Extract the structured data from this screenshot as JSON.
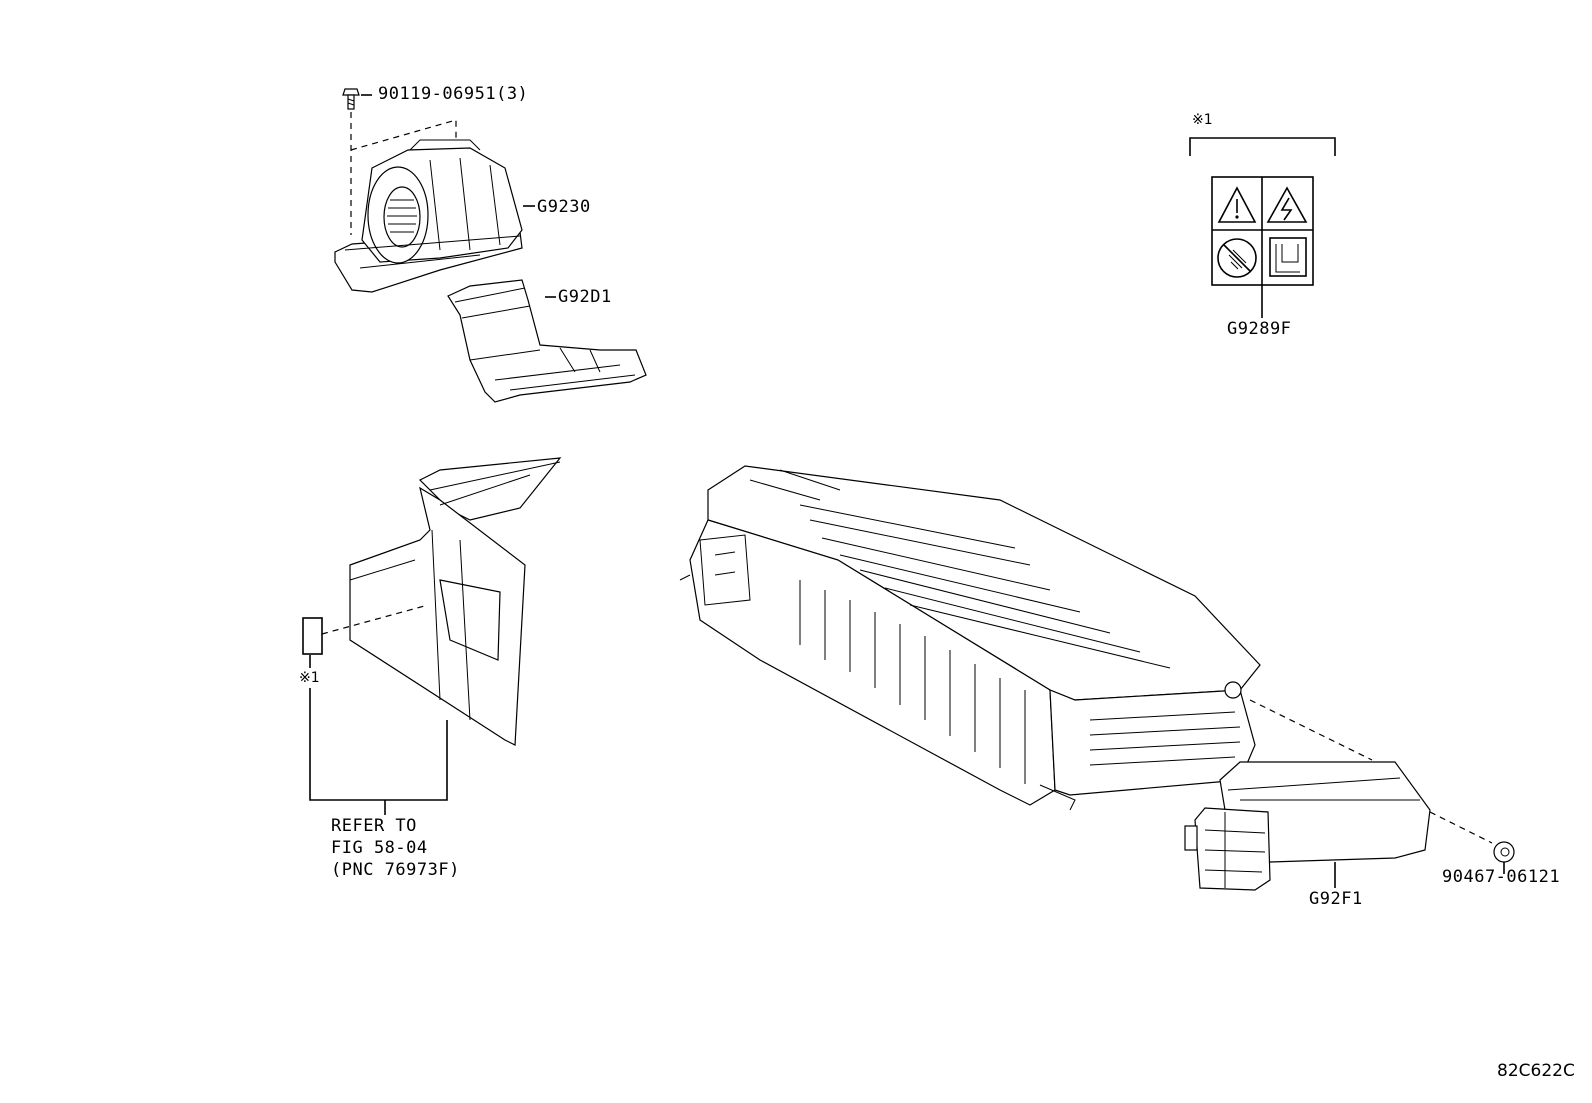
{
  "callouts": {
    "bolt": "90119-06951(3)",
    "blower": "G9230",
    "duct": "G92D1",
    "label_set": "G9289F",
    "cover": "G92F1",
    "clip": "90467-06121"
  },
  "notes": {
    "mark_top": "※1",
    "mark_left": "※1"
  },
  "refer": {
    "line1": "REFER TO",
    "line2": "FIG 58-04",
    "line3": "(PNC 76973F)"
  },
  "figure_code": "82C622C"
}
